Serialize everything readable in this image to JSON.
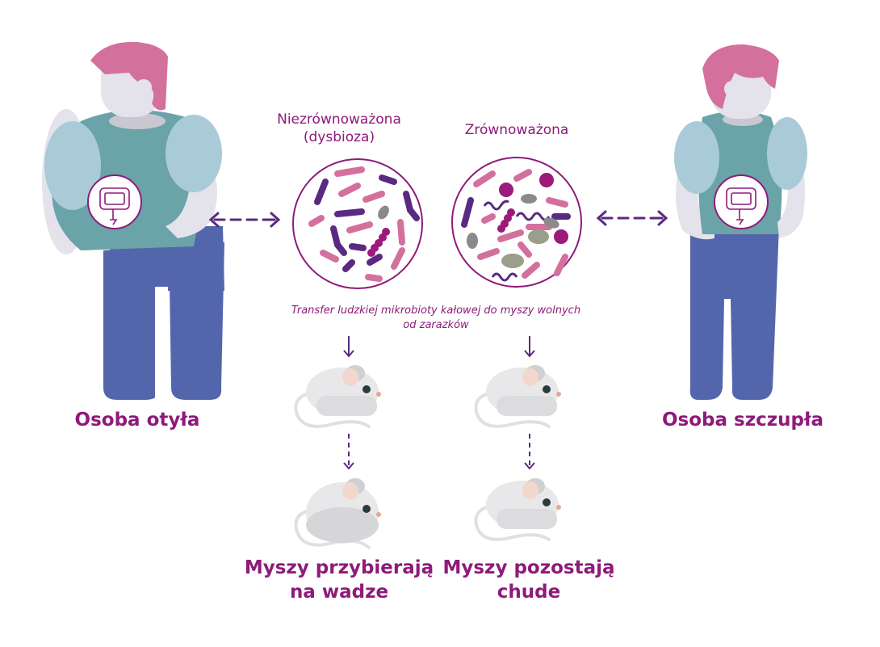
{
  "people": {
    "obese": {
      "label": "Osoba otyła"
    },
    "lean": {
      "label": "Osoba szczupła"
    }
  },
  "microbiota": {
    "imbalanced": {
      "label_line1": "Niezrównoważona",
      "label_line2": "(dysbioza)"
    },
    "balanced": {
      "label": "Zrównoważona"
    }
  },
  "transfer": {
    "line1": "Transfer ludzkiej mikrobioty kałowej do myszy wolnych",
    "line2": "od zarazków"
  },
  "outcomes": {
    "gain": {
      "line1": "Myszy przybierają",
      "line2": "na wadze"
    },
    "lean": {
      "line1": "Myszy pozostają",
      "line2": "chude"
    }
  },
  "colors": {
    "accent": "#8e1a7a",
    "arrow": "#5a2a82",
    "hair": "#d4709e",
    "skin": "#e4e2ea",
    "shirt": "#6aa3a8",
    "sleeve": "#a9cbd8",
    "pants": "#5466ab"
  }
}
